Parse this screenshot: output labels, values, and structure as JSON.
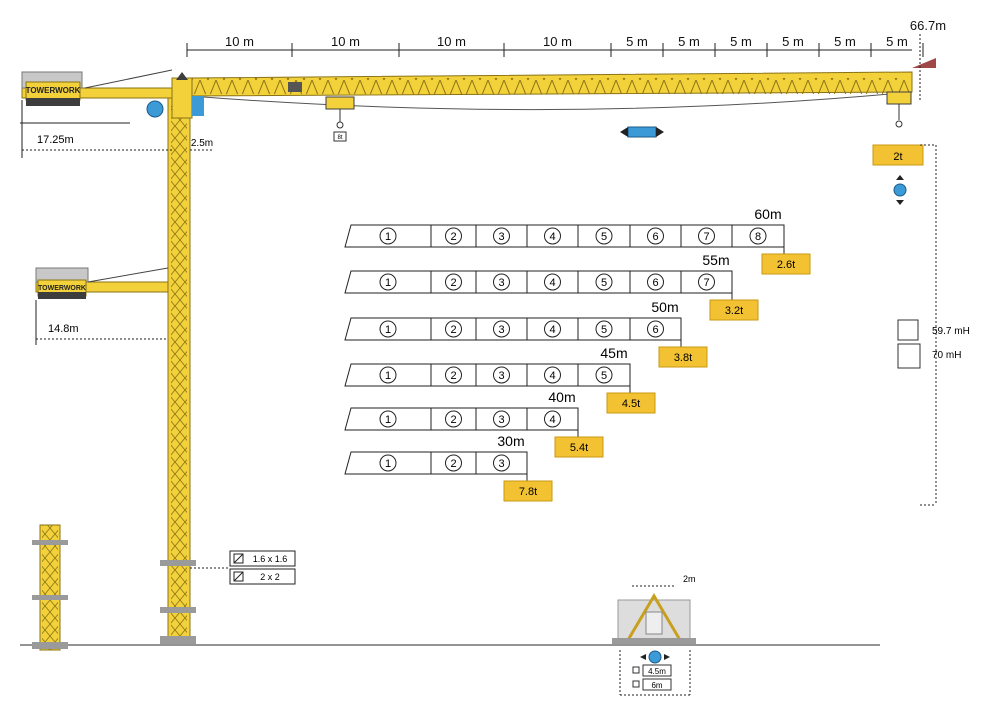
{
  "colors": {
    "crane": "#f2d13a",
    "crane_stroke": "#8a7316",
    "load_box": "#f2c233",
    "dark": "#3d3d3d",
    "blue": "#3c9ad6",
    "counterweight_red": "#a04848"
  },
  "jib": {
    "segments": [
      "10 m",
      "10 m",
      "10 m",
      "10 m",
      "5 m",
      "5 m",
      "5 m",
      "5 m",
      "5 m",
      "5 m"
    ],
    "max_radius": "66.7m",
    "tip_load": "2t",
    "trolley_label": "8t"
  },
  "counter_jib": {
    "upper_length": "17.25m",
    "lower_length": "14.8m",
    "brand": "TOWERWORK",
    "cab_offset": "2.5m"
  },
  "jib_configs": [
    {
      "length": "60m",
      "sections": [
        "1",
        "2",
        "3",
        "4",
        "5",
        "6",
        "7",
        "8"
      ],
      "tip_load": "2.6t"
    },
    {
      "length": "55m",
      "sections": [
        "1",
        "2",
        "3",
        "4",
        "5",
        "6",
        "7"
      ],
      "tip_load": "3.2t"
    },
    {
      "length": "50m",
      "sections": [
        "1",
        "2",
        "3",
        "4",
        "5",
        "6"
      ],
      "tip_load": "3.8t"
    },
    {
      "length": "45m",
      "sections": [
        "1",
        "2",
        "3",
        "4",
        "5"
      ],
      "tip_load": "4.5t"
    },
    {
      "length": "40m",
      "sections": [
        "1",
        "2",
        "3",
        "4"
      ],
      "tip_load": "5.4t"
    },
    {
      "length": "30m",
      "sections": [
        "1",
        "2",
        "3"
      ],
      "tip_load": "7.8t"
    }
  ],
  "heights": [
    "59.7 mH",
    "70 mH"
  ],
  "mast_sections": [
    "1.6 x 1.6",
    "2 x 2"
  ],
  "base": {
    "width": "2m",
    "sizes": [
      "4.5m",
      "6m"
    ]
  }
}
